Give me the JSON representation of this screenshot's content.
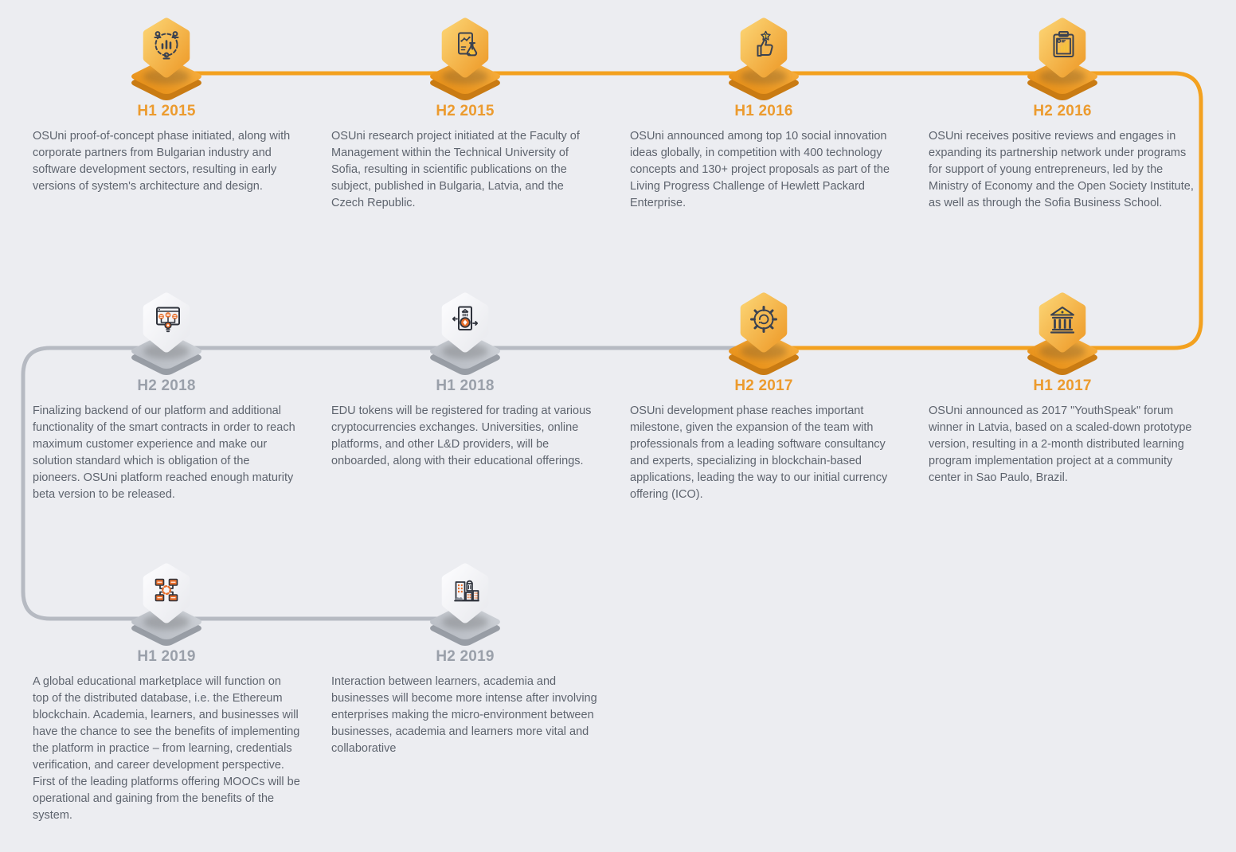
{
  "colors": {
    "background": "#ecedf1",
    "line_orange": "#f3a11f",
    "line_gray": "#b6bac2",
    "heading_past": "#ec9b2e",
    "heading_future": "#9aa0aa",
    "body_text": "#5e646e",
    "badge_orange_light": "#fbd271",
    "badge_orange_dark": "#ee9c2b",
    "icon_accent_past": "#f6c33c",
    "icon_accent_future": "#e86f2c"
  },
  "rows": [
    {
      "items": [
        {
          "label": "H1 2015",
          "state": "past",
          "icon": "chart-network-icon",
          "description": "OSUni proof-of-concept phase initiated, along with corporate partners from Bulgarian industry and software development sectors, resulting in early versions of system's architecture and design."
        },
        {
          "label": "H2 2015",
          "state": "past",
          "icon": "research-scroll-flask-icon",
          "description": "OSUni research project initiated at the Faculty of Management within the Technical University of Sofia, resulting in scientific publications on the subject, published in Bulgaria, Latvia, and the Czech Republic."
        },
        {
          "label": "H1 2016",
          "state": "past",
          "icon": "award-thumbs-up-icon",
          "description": "OSUni announced among top 10 social innovation ideas globally, in competition with 400 technology concepts and 130+ project proposals as part of the Living Progress Challenge of Hewlett Packard Enterprise."
        },
        {
          "label": "H2 2016",
          "state": "past",
          "icon": "clipboard-report-icon",
          "description": "OSUni receives positive reviews and engages in expanding its partnership network under programs for support of young entrepreneurs, led by the Ministry of Economy and the Open Society Institute, as well as through the Sofia Business School."
        }
      ]
    },
    {
      "items": [
        {
          "label": "H2 2018",
          "state": "future",
          "icon": "platform-window-icon",
          "description": "Finalizing backend of our platform and additional functionality of the smart contracts in order to reach maximum customer experience and make our solution standard which is obligation of the pioneers. OSUni platform reached enough maturity beta version to be released."
        },
        {
          "label": "H1 2018",
          "state": "future",
          "icon": "token-exchange-icon",
          "description": "EDU tokens will be registered for trading at various cryptocurrencies exchanges. Universities, online platforms, and other L&D providers, will be onboarded, along with their educational offerings."
        },
        {
          "label": "H2 2017",
          "state": "past",
          "icon": "gear-sync-icon",
          "description": "OSUni development phase reaches important milestone, given the expansion of the team with professionals from a leading software consultancy and experts, specializing in blockchain-based applications, leading the way to our initial currency offering (ICO)."
        },
        {
          "label": "H1 2017",
          "state": "past",
          "icon": "bank-building-icon",
          "description": "OSUni announced as 2017 \"YouthSpeak\" forum winner in Latvia, based on a scaled-down prototype version, resulting in a 2-month distributed learning program implementation project at a community center in Sao Paulo, Brazil."
        }
      ]
    },
    {
      "items": [
        {
          "label": "H1 2019",
          "state": "future",
          "icon": "distributed-network-icon",
          "description": "A global educational marketplace will function on top of the distributed database, i.e. the Ethereum blockchain. Academia, learners, and businesses will have the chance to see the benefits of implementing the platform in practice – from learning, credentials verification, and career development perspective. First of the leading platforms offering MOOCs will be operational and gaining from the benefits of the system."
        },
        {
          "label": "H2 2019",
          "state": "future",
          "icon": "city-buildings-icon",
          "description": "Interaction between learners, academia and businesses will become more intense after involving enterprises making the micro-environment between businesses, academia and learners more vital and collaborative"
        }
      ]
    }
  ]
}
